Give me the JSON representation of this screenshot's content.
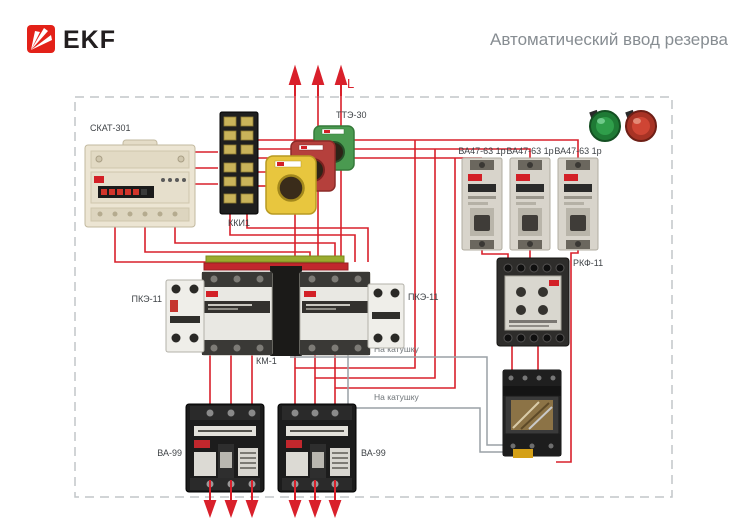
{
  "header": {
    "brand": "EKF",
    "title": "Автоматический ввод резерва"
  },
  "diagram": {
    "line_label": "L",
    "meter_label": "СКАТ-301",
    "terminal_label": "ККИ1",
    "ct_label": "ТТЭ-30",
    "breaker_labels": [
      "ВА47-63 1р",
      "ВА47-63 1р",
      "ВА47-63 1р"
    ],
    "relay_label": "РКФ-11",
    "aux_left_label": "ПКЭ-11",
    "aux_right_label": "ПКЭ-11",
    "contactor_label": "КМ-1",
    "coil_label_1": "На катушку",
    "coil_label_2": "На катушку",
    "mccb_left_label": "ВА-99",
    "mccb_right_label": "ВА-99"
  },
  "colors": {
    "brand_red": "#e32118",
    "wire_red": "#d9202b",
    "wire_gray": "#9aa1a6",
    "border_dash": "#c2c6c9",
    "title_gray": "#878d92",
    "lamp_green": "#2f9e4a",
    "lamp_red": "#cf4534",
    "ct_yellow": "#e8c63e",
    "ct_red": "#b5403c",
    "ct_green": "#4a9a50",
    "busbar_yellow_green": "#9aab2e",
    "busbar_red": "#c1272d"
  }
}
